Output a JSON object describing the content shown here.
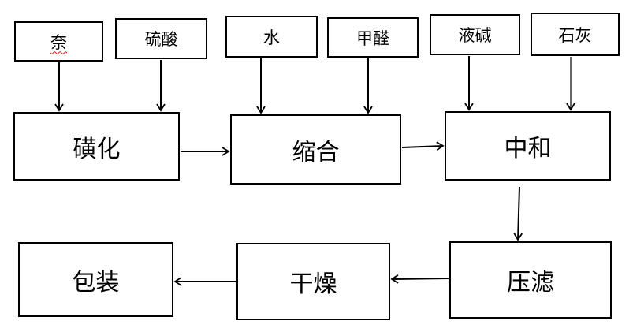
{
  "inputs": {
    "nai": "奈",
    "sulfuric_acid": "硫酸",
    "water": "水",
    "formaldehyde": "甲醛",
    "liquid_caustic": "液碱",
    "lime": "石灰"
  },
  "processes": {
    "sulfonation": "磺化",
    "condensation": "缩合",
    "neutralization": "中和",
    "press_filtration": "压滤",
    "drying": "干燥",
    "packaging": "包装"
  }
}
